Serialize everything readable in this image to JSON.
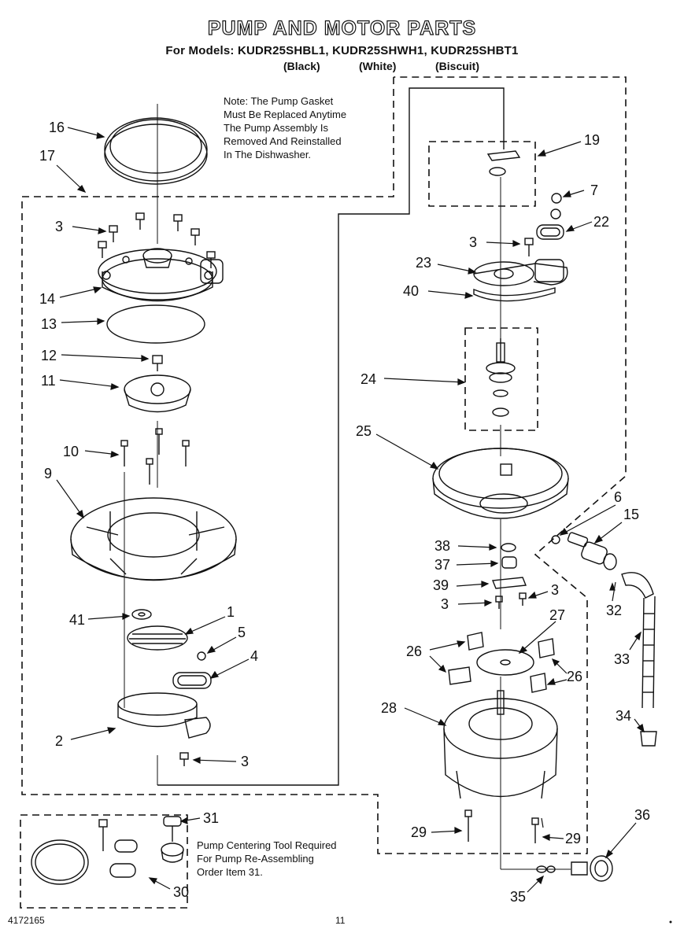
{
  "title": "PUMP AND MOTOR PARTS",
  "models_line": "For Models: KUDR25SHBL1, KUDR25SHWH1, KUDR25SHBT1",
  "colors": {
    "black": "(Black)",
    "white": "(White)",
    "biscuit": "(Biscuit)"
  },
  "note": "Note: The Pump Gasket\nMust Be Replaced Anytime\nThe Pump Assembly Is\nRemoved And Reinstalled\nIn The Dishwasher.",
  "tool_note": "Pump Centering Tool Required\nFor Pump Re-Assembling\nOrder Item 31.",
  "footer": {
    "doc_number": "4172165",
    "page_number": "11"
  },
  "callouts": {
    "c16": "16",
    "c17": "17",
    "c3a": "3",
    "c14": "14",
    "c13": "13",
    "c12": "12",
    "c11": "11",
    "c10": "10",
    "c9": "9",
    "c41": "41",
    "c1": "1",
    "c5": "5",
    "c4": "4",
    "c2": "2",
    "c3b": "3",
    "c31": "31",
    "c30": "30",
    "c19": "19",
    "c7": "7",
    "c22": "22",
    "c3c": "3",
    "c23": "23",
    "c40": "40",
    "c24": "24",
    "c25": "25",
    "c6": "6",
    "c15": "15",
    "c38": "38",
    "c37": "37",
    "c39": "39",
    "c3d": "3",
    "c3e": "3",
    "c27": "27",
    "c26a": "26",
    "c26b": "26",
    "c32": "32",
    "c33": "33",
    "c28": "28",
    "c34": "34",
    "c29a": "29",
    "c29b": "29",
    "c36": "36",
    "c35": "35"
  }
}
